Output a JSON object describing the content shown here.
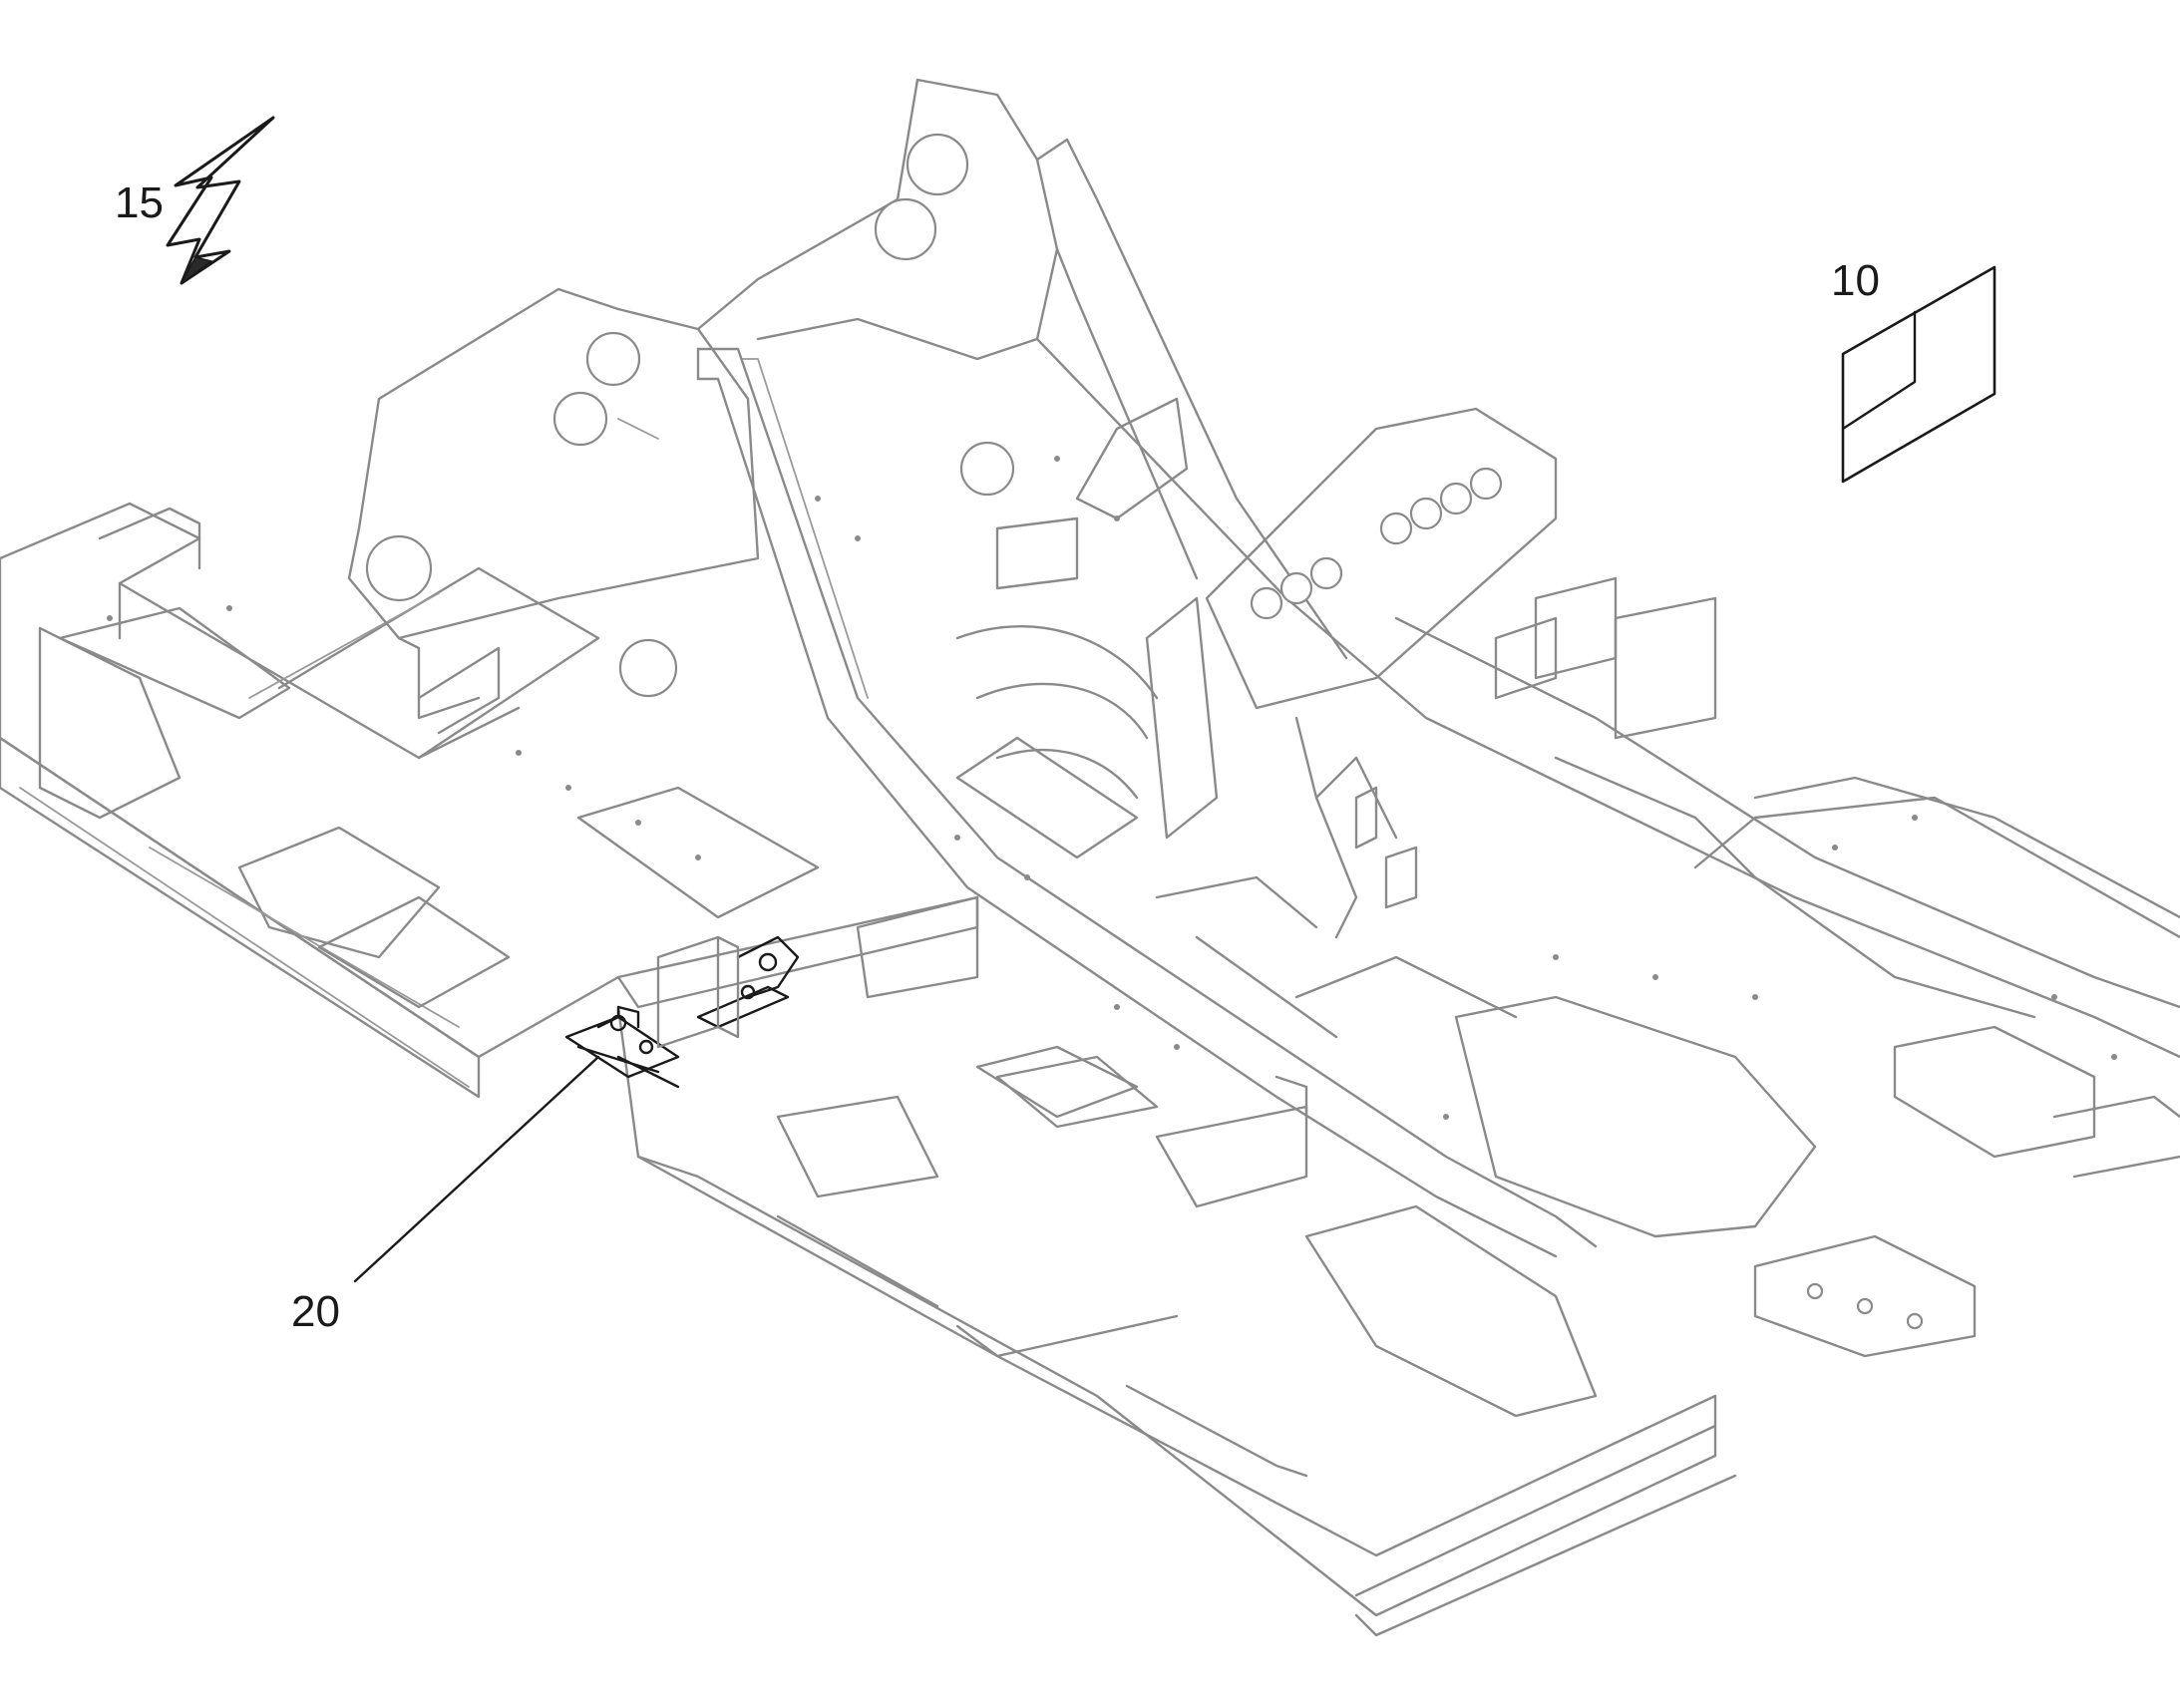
{
  "callouts": [
    {
      "id": "callout-15",
      "label": "15"
    },
    {
      "id": "callout-10",
      "label": "10"
    },
    {
      "id": "callout-20",
      "label": "20"
    }
  ],
  "colors": {
    "frame_line": "#8a8a8a",
    "dark_line": "#1a1a1a",
    "background": "#ffffff"
  },
  "icons": [
    "lightning-bolt-icon",
    "sheet-document-icon"
  ]
}
